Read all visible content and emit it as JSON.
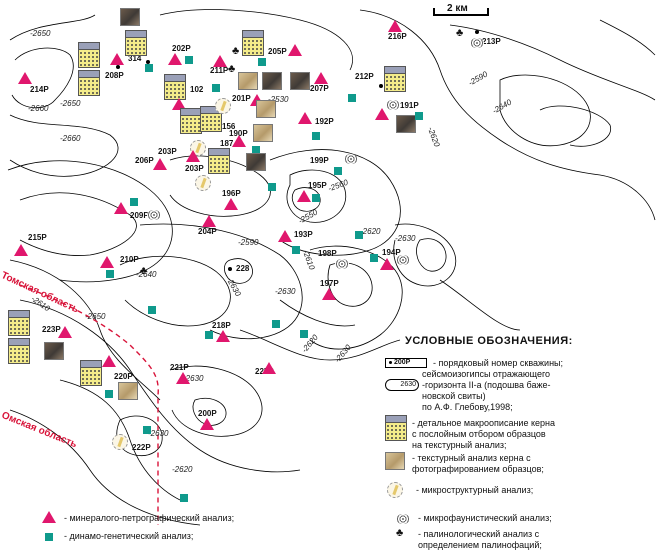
{
  "scale": {
    "text": "2 км"
  },
  "regions": [
    {
      "id": "tomsk",
      "text": "Томская область"
    },
    {
      "id": "omsk",
      "text": "Омская область"
    }
  ],
  "contours": [
    "-2650",
    "-2660",
    "-2650",
    "-2660",
    "-2590",
    "-2640",
    "-2620",
    "-2530",
    "-2550",
    "-2560",
    "-2590",
    "-2610",
    "-2640",
    "-2630",
    "-2630",
    "-2650",
    "-2620",
    "-2630",
    "-2620",
    "-2630",
    "-2630",
    "-2630",
    "-2610",
    "-2620"
  ],
  "wells": [
    "202Р",
    "205Р",
    "216Р",
    "213Р",
    "214Р",
    "208Р",
    "211Р",
    "207Р",
    "212Р",
    "314",
    "201Р",
    "102",
    "191Р",
    "192Р",
    "156",
    "190Р",
    "187",
    "206Р",
    "203Р",
    "199Р",
    "195Р",
    "196Р",
    "209Р",
    "204Р",
    "193Р",
    "215Р",
    "210Р",
    "228",
    "198Р",
    "194Р",
    "197Р",
    "218Р",
    "223Р",
    "220Р",
    "221Р",
    "225Р",
    "200Р",
    "222Р"
  ],
  "legend": {
    "title": "УСЛОВНЫЕ ОБОЗНАЧЕНИЯ:",
    "well_sample": "200Р",
    "contour_sample": "2630",
    "items": [
      {
        "text": "- порядковый номер скважины;"
      },
      {
        "text": "сейсмоизогипсы отражающего\n-горизонта II-а (подошва баже-\nновской свиты)\nпо А.Ф. Глебову,1998;"
      },
      {
        "text": "- детальное макроописание керна\nс послойным отбором образцов\nна текстурный анализ;"
      },
      {
        "text": "- текстурный анализ керна с\nфотографированием образцов;"
      },
      {
        "text": "- микроструктурный анализ;"
      },
      {
        "text": "- минералого-петрографический анализ;"
      },
      {
        "text": "- динамо-генетический анализ;"
      },
      {
        "text": "- микрофаунистический анализ;"
      },
      {
        "text": "- палинологический анализ с\nопределением палинофаций;"
      }
    ]
  }
}
